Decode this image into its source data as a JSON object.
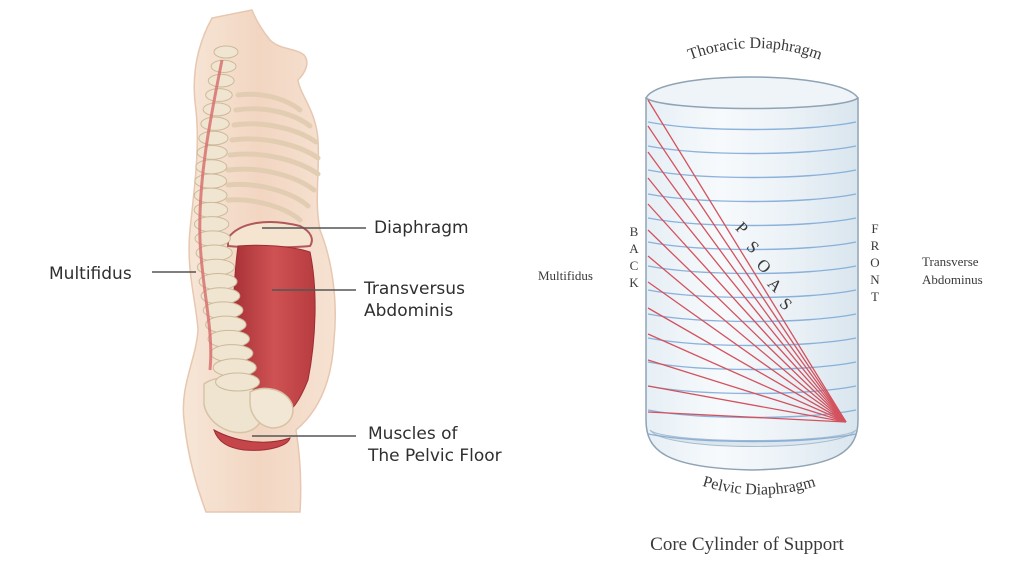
{
  "left_figure": {
    "labels": {
      "diaphragm": "Diaphragm",
      "multifidus": "Multifidus",
      "transversus_line1": "Transversus",
      "transversus_line2": "Abdominis",
      "pelvic_line1": "Muscles of",
      "pelvic_line2": "The Pelvic Floor"
    }
  },
  "right_figure": {
    "labels": {
      "thoracic": "Thoracic Diaphragm",
      "pelvic": "Pelvic Diaphragm",
      "back": "BACK",
      "front": "FRONT",
      "psoas": "PSOAS",
      "multifidus": "Multifidus",
      "transverse_line1": "Transverse",
      "transverse_line2": "Abdominus"
    },
    "caption": "Core Cylinder of Support"
  },
  "colors": {
    "skin": "#f3dcc9",
    "muscle_red": "#c9484a",
    "bone": "#eadfca",
    "cylinder_blue": "#7aa6d6",
    "psoas_red": "#d3525e"
  }
}
